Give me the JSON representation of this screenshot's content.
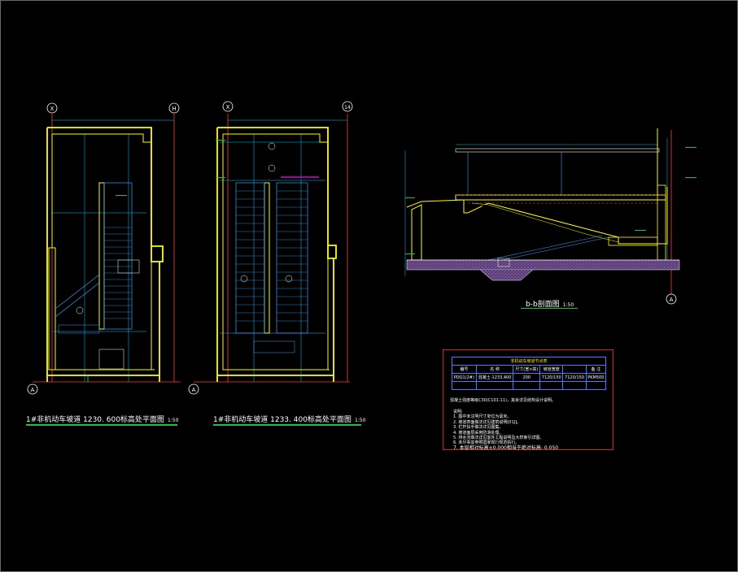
{
  "colors": {
    "background": "#000000",
    "wall": "#ffff00",
    "axis": "#ff3b3b",
    "dimension": "#00c8ff",
    "stair": "#3aa0ff",
    "ground_fill": "#6e4b8f",
    "note_magenta": "#ff00ff",
    "underline": "#22c03a"
  },
  "plan1": {
    "axis_left": "X",
    "axis_right": "H",
    "axis_bottom": "A",
    "caption": "1#非机动车坡道   1230. 600标高处平面图",
    "scale": "1:50"
  },
  "plan2": {
    "axis_left": "X",
    "axis_right": "14",
    "axis_bottom": "A",
    "caption": "1#非机动车坡道   1233. 400标高处平面图",
    "scale": "1:50"
  },
  "section": {
    "axis_right": "A",
    "caption": "b-b剖面图",
    "scale": "1:50"
  },
  "legend": {
    "table_title": "非机动车坡道节点表",
    "headers": [
      "编号",
      "名 称",
      "尺寸(宽×高)",
      "坡道宽度",
      "备 注"
    ],
    "row": [
      "PDQ1(2#)",
      "混凝土-1233.400",
      "200",
      "7120/150",
      "7120/150",
      "PKM500"
    ],
    "note_line": "混凝土强度等级C30(C101-11)，其余详见结构设计说明。",
    "notes_title": "说明:",
    "notes": [
      "1. 图中未注明尺寸单位为毫米。",
      "2. 坡道表面做法详见建筑说明[01J]。",
      "3. 栏杆扶手做法详见图集。",
      "4. 坡道面层采用防滑处理。",
      "5. 排水沟做法详见室外工程说明及大样索引详图。",
      "6. 未尽事宜参照国家现行规范执行。",
      "7. 本层相对标高±0.000相当于绝对标高- 0.050"
    ]
  }
}
